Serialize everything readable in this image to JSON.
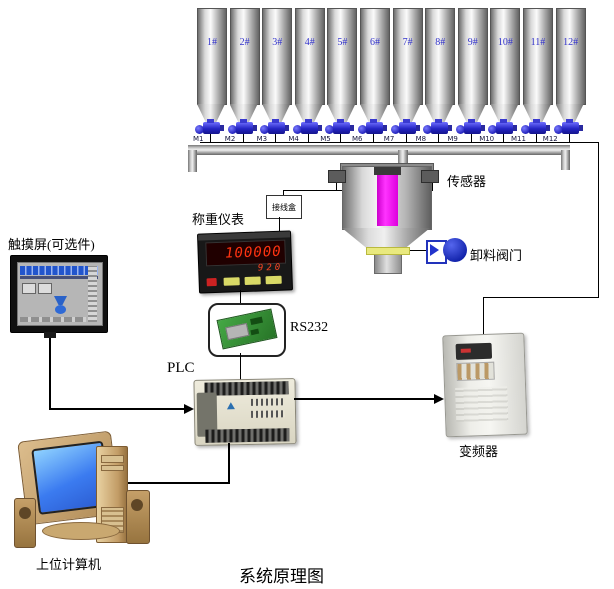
{
  "title": "系统原理图",
  "colors": {
    "motor_blue": "#2525c4",
    "silo_label_blue": "#3333cc",
    "material_magenta": "#ee22ee",
    "valve_blue": "#2233cc",
    "pcb_green": "#2e8b2e",
    "led_red": "#ff3311",
    "discharge_plate_yellow": "#e9e97e"
  },
  "silos": {
    "labels": [
      "1#",
      "2#",
      "3#",
      "4#",
      "5#",
      "6#",
      "7#",
      "8#",
      "9#",
      "10#",
      "11#",
      "12#"
    ]
  },
  "motors": {
    "labels": [
      "M1",
      "M2",
      "M3",
      "M4",
      "M5",
      "M6",
      "M7",
      "M8",
      "M9",
      "M10",
      "M11",
      "M12"
    ]
  },
  "tank": {
    "sensor_label": "传感器",
    "discharge_valve_label": "卸料阀门"
  },
  "junction_box": {
    "label": "接线盒"
  },
  "weighing_indicator": {
    "label": "称重仪表",
    "display_main": "100000",
    "display_sub": "920"
  },
  "rs232": {
    "label": "RS232"
  },
  "plc": {
    "label": "PLC"
  },
  "touch_screen": {
    "label": "触摸屏(可选件)"
  },
  "host_computer": {
    "label": "上位计算机"
  },
  "vfd": {
    "label": "变频器"
  }
}
